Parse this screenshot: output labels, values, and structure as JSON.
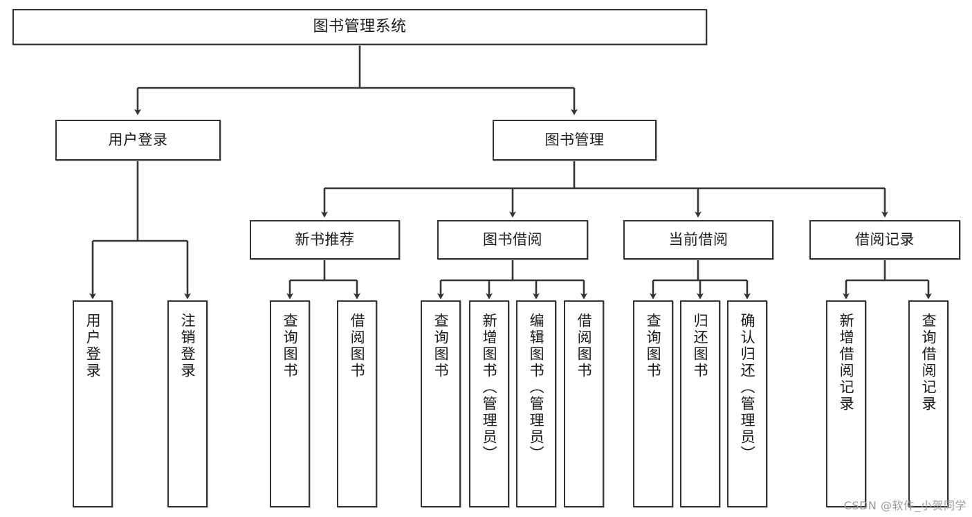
{
  "diagram": {
    "title": "图书管理系统",
    "type": "tree-hierarchy",
    "nodes": {
      "root": {
        "label": "图书管理系统",
        "level": 0,
        "orientation": "horizontal"
      },
      "user_login": {
        "label": "用户登录",
        "level": 1,
        "orientation": "horizontal"
      },
      "book_manage": {
        "label": "图书管理",
        "level": 1,
        "orientation": "horizontal"
      },
      "new_book_rec": {
        "label": "新书推荐",
        "level": 2,
        "orientation": "horizontal"
      },
      "book_borrow": {
        "label": "图书借阅",
        "level": 2,
        "orientation": "horizontal"
      },
      "current_borrow": {
        "label": "当前借阅",
        "level": 2,
        "orientation": "horizontal"
      },
      "borrow_record": {
        "label": "借阅记录",
        "level": 2,
        "orientation": "horizontal"
      },
      "leaf_user_login": {
        "label": "用户登录",
        "level": 3,
        "orientation": "vertical"
      },
      "leaf_logout": {
        "label": "注销登录",
        "level": 3,
        "orientation": "vertical"
      },
      "leaf_query_book_1": {
        "label": "查询图书",
        "level": 3,
        "orientation": "vertical"
      },
      "leaf_borrow_book_1": {
        "label": "借阅图书",
        "level": 3,
        "orientation": "vertical"
      },
      "leaf_query_book_2": {
        "label": "查询图书",
        "level": 3,
        "orientation": "vertical"
      },
      "leaf_add_book": {
        "label": "新增图书（管理员）",
        "level": 3,
        "orientation": "vertical"
      },
      "leaf_edit_book": {
        "label": "编辑图书（管理员）",
        "level": 3,
        "orientation": "vertical"
      },
      "leaf_borrow_book_2": {
        "label": "借阅图书",
        "level": 3,
        "orientation": "vertical"
      },
      "leaf_query_book_3": {
        "label": "查询图书",
        "level": 3,
        "orientation": "vertical"
      },
      "leaf_return_book": {
        "label": "归还图书",
        "level": 3,
        "orientation": "vertical"
      },
      "leaf_confirm_return": {
        "label": "确认归还（管理员）",
        "level": 3,
        "orientation": "vertical"
      },
      "leaf_add_record": {
        "label": "新增借阅记录",
        "level": 3,
        "orientation": "vertical"
      },
      "leaf_query_record": {
        "label": "查询借阅记录",
        "level": 3,
        "orientation": "vertical"
      }
    },
    "edges": [
      {
        "from": "root",
        "to": "user_login"
      },
      {
        "from": "root",
        "to": "book_manage"
      },
      {
        "from": "user_login",
        "to": "leaf_user_login"
      },
      {
        "from": "user_login",
        "to": "leaf_logout"
      },
      {
        "from": "book_manage",
        "to": "new_book_rec"
      },
      {
        "from": "book_manage",
        "to": "book_borrow"
      },
      {
        "from": "book_manage",
        "to": "current_borrow"
      },
      {
        "from": "book_manage",
        "to": "borrow_record"
      },
      {
        "from": "new_book_rec",
        "to": "leaf_query_book_1"
      },
      {
        "from": "new_book_rec",
        "to": "leaf_borrow_book_1"
      },
      {
        "from": "book_borrow",
        "to": "leaf_query_book_2"
      },
      {
        "from": "book_borrow",
        "to": "leaf_add_book"
      },
      {
        "from": "book_borrow",
        "to": "leaf_edit_book"
      },
      {
        "from": "book_borrow",
        "to": "leaf_borrow_book_2"
      },
      {
        "from": "current_borrow",
        "to": "leaf_query_book_3"
      },
      {
        "from": "current_borrow",
        "to": "leaf_return_book"
      },
      {
        "from": "current_borrow",
        "to": "leaf_confirm_return"
      },
      {
        "from": "borrow_record",
        "to": "leaf_add_record"
      },
      {
        "from": "borrow_record",
        "to": "leaf_query_record"
      }
    ],
    "colors": {
      "box_border": "#333333",
      "box_fill": "#ffffff",
      "connector": "#333333",
      "text": "#1a1a1a",
      "watermark": "#9b9b9b"
    }
  },
  "watermark": {
    "text": "CSDN @软件_小贺同学"
  }
}
